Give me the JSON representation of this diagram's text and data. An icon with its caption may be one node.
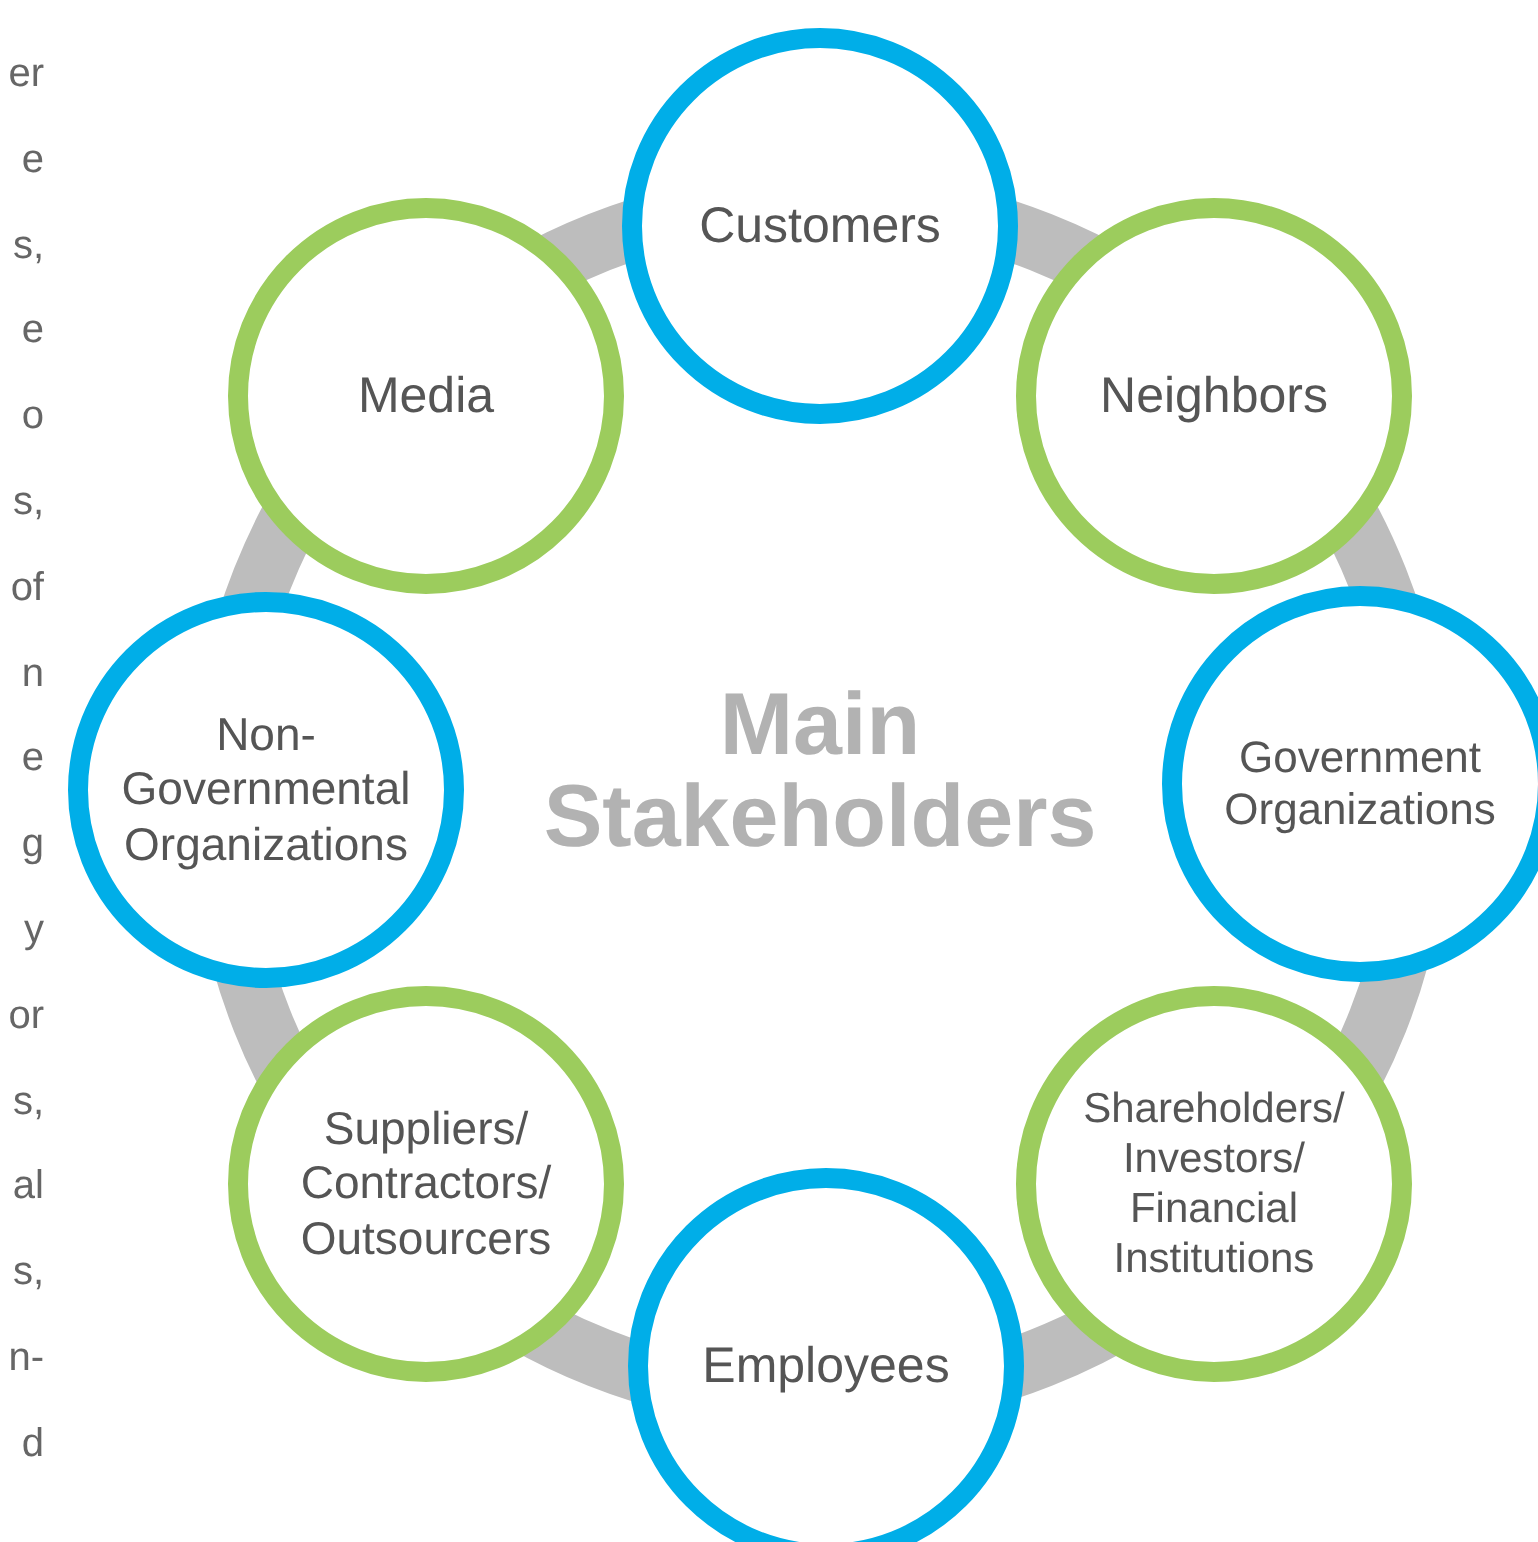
{
  "diagram": {
    "title": "Main Stakeholders",
    "nodes": [
      {
        "text": [
          "Customers"
        ]
      },
      {
        "text": [
          "Neighbors"
        ]
      },
      {
        "text": [
          "Government Organizations"
        ]
      },
      {
        "text": [
          "Shareholders/ Investors/ Financial Institutions"
        ]
      },
      {
        "text": [
          "Employees"
        ]
      },
      {
        "text": [
          "Suppliers/ Contractors/ Outsourcers"
        ]
      },
      {
        "text": [
          "Non-Governmental Organizations"
        ]
      },
      {
        "text": [
          "Media"
        ]
      }
    ],
    "labels": [
      "er",
      "e",
      "s,",
      "e",
      "o",
      "s,",
      "of",
      "n",
      "e",
      "g",
      "y",
      "or",
      "s,",
      "al",
      "s,",
      "n-",
      "d"
    ]
  }
}
